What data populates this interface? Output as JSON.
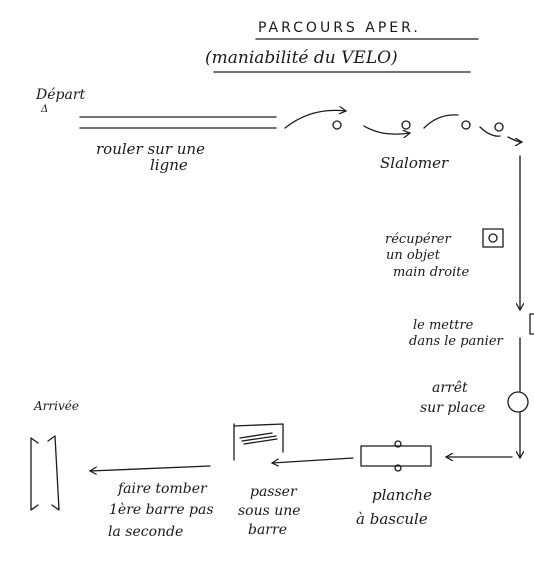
{
  "title": {
    "line1": "PARCOURS APER.",
    "line2": "(maniabilité du VELO)"
  },
  "start": {
    "label": "Départ",
    "mark": "Δ"
  },
  "finish": {
    "label": "Arrivée"
  },
  "steps": [
    {
      "id": "rouler",
      "lines": [
        "rouler sur une",
        "ligne"
      ]
    },
    {
      "id": "slalomer",
      "lines": [
        "Slalomer"
      ]
    },
    {
      "id": "recuperer",
      "lines": [
        "récupérer",
        "un objet",
        "main droite"
      ]
    },
    {
      "id": "mettre",
      "lines": [
        "le mettre",
        "dans le panier"
      ]
    },
    {
      "id": "arret",
      "lines": [
        "arrêt",
        "sur place"
      ]
    },
    {
      "id": "planche",
      "lines": [
        "planche",
        "à bascule"
      ]
    },
    {
      "id": "passer",
      "lines": [
        "passer",
        "sous une",
        "barre"
      ]
    },
    {
      "id": "faire",
      "lines": [
        "faire tomber",
        "1ère barre pas",
        "la seconde"
      ]
    }
  ]
}
